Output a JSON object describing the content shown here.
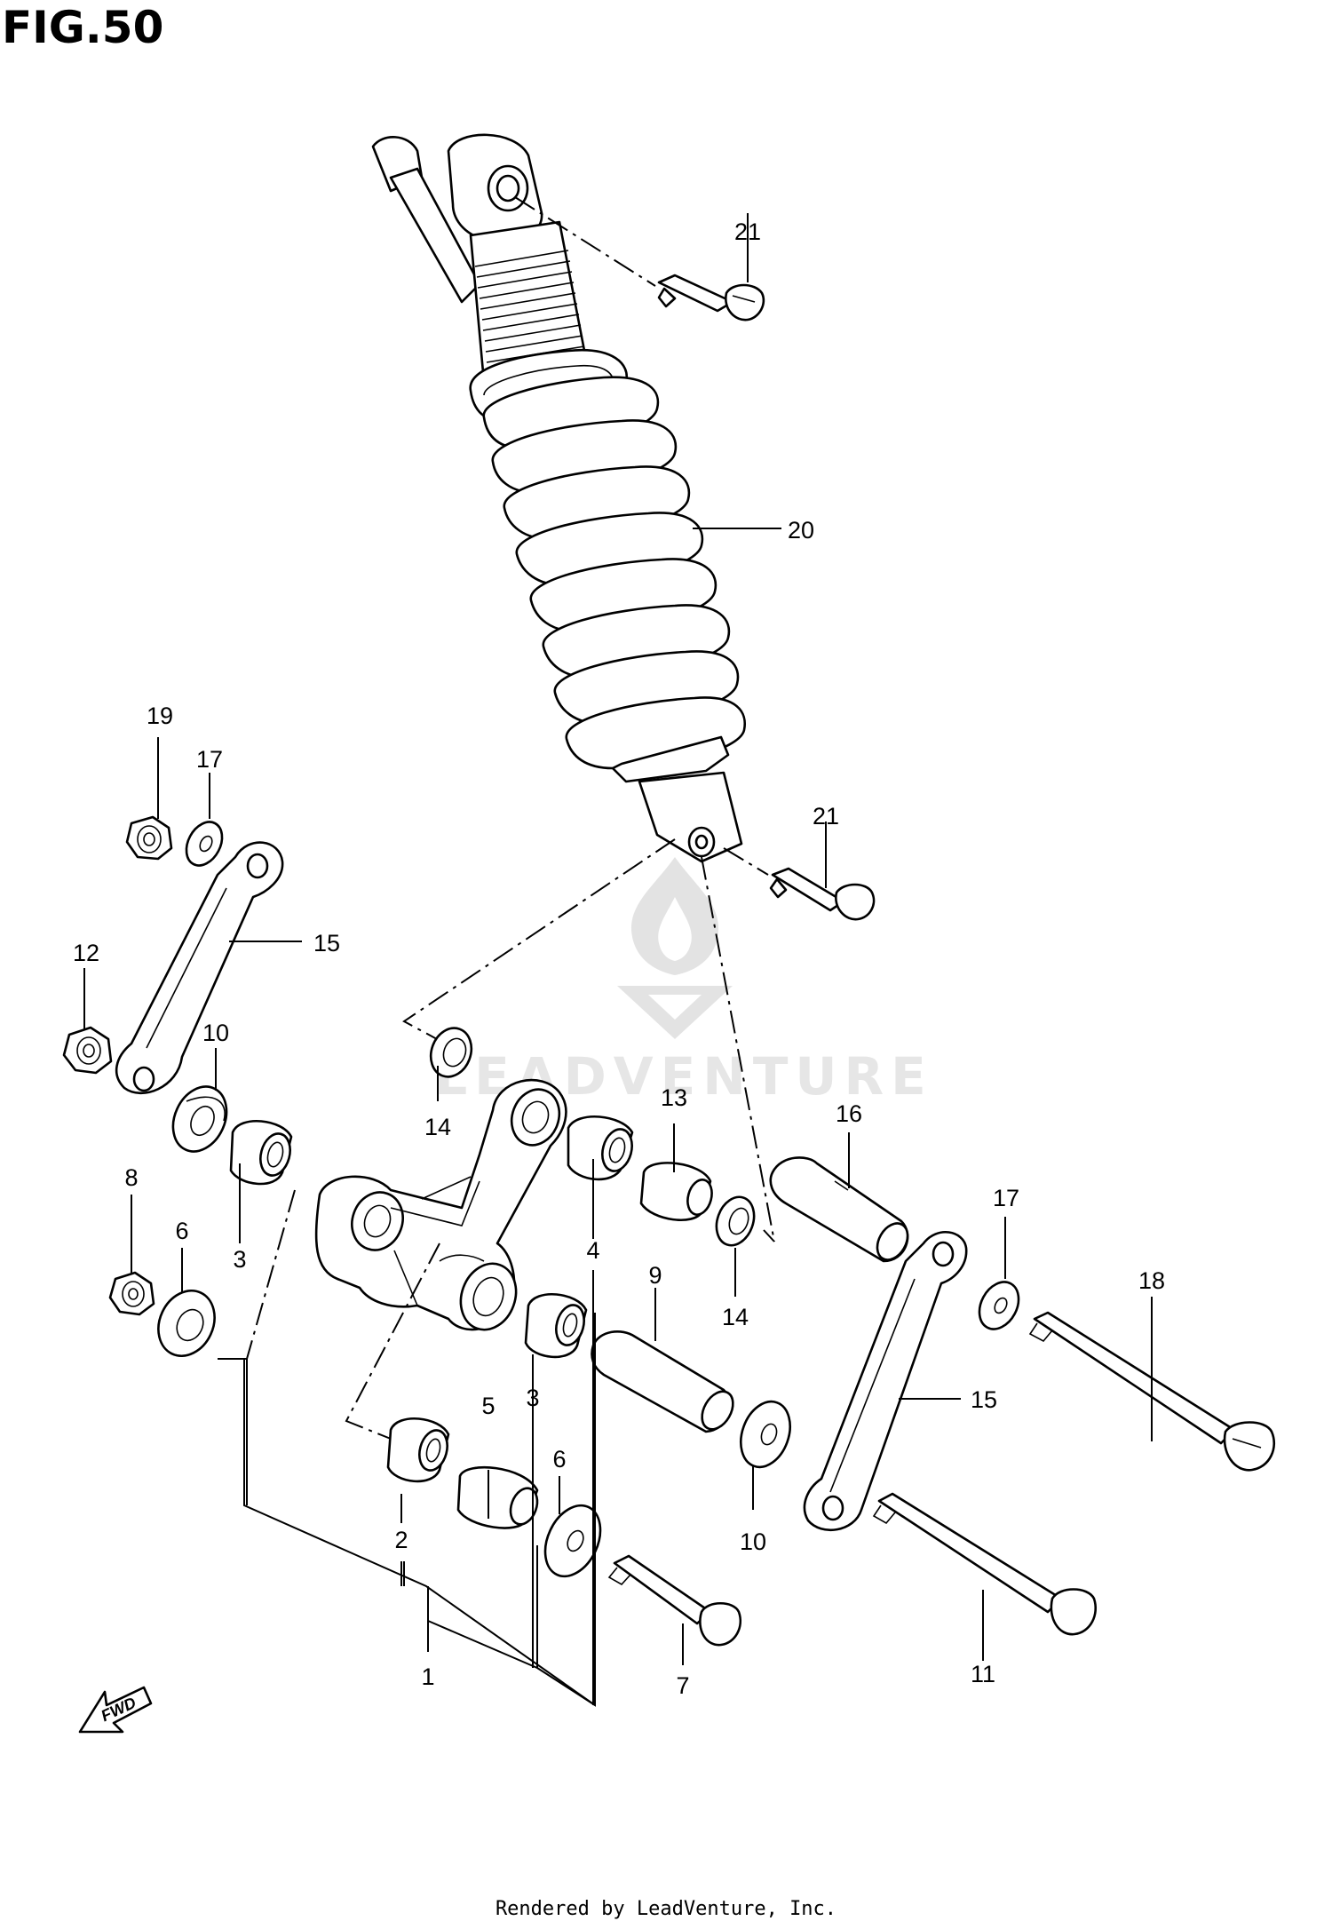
{
  "figure": {
    "title": "FIG.50"
  },
  "footer": {
    "text": "Rendered by LeadVenture, Inc."
  },
  "watermark": {
    "text": "LEADVENTURE"
  },
  "fwd_arrow": {
    "label": "FWD"
  },
  "callouts": {
    "c1": "1",
    "c2": "2",
    "c3a": "3",
    "c3b": "3",
    "c4": "4",
    "c5": "5",
    "c6a": "6",
    "c6b": "6",
    "c7": "7",
    "c8": "8",
    "c9": "9",
    "c10a": "10",
    "c10b": "10",
    "c11": "11",
    "c12": "12",
    "c13": "13",
    "c14a": "14",
    "c14b": "14",
    "c15a": "15",
    "c15b": "15",
    "c16": "16",
    "c17a": "17",
    "c17b": "17",
    "c18": "18",
    "c19": "19",
    "c20": "20",
    "c21a": "21",
    "c21b": "21"
  }
}
